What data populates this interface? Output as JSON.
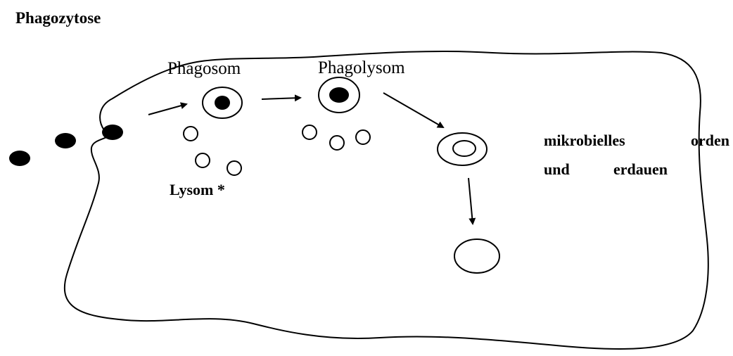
{
  "title": "Phagozytose",
  "labels": {
    "phagosom": "Phagosom",
    "phagolysom": "Phagolysom",
    "lysom": "Lysom *",
    "result_line1_word1": "mikrobielles",
    "result_line1_word2": "orden",
    "result_line2_word1": "und",
    "result_line2_word2": "erdauen"
  }
}
